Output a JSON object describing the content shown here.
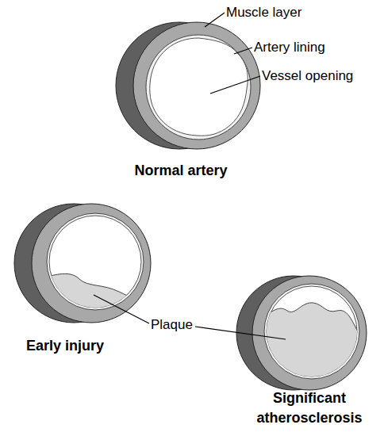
{
  "diagram": {
    "nodes": [
      {
        "text": [
          "Normal artery"
        ]
      },
      {
        "text": [
          "Early injury"
        ]
      },
      {
        "text": [
          "Significant atherosclerosis"
        ]
      }
    ],
    "labels": [
      "Muscle layer",
      "Artery lining",
      "Vessel opening",
      "Plaque"
    ]
  }
}
